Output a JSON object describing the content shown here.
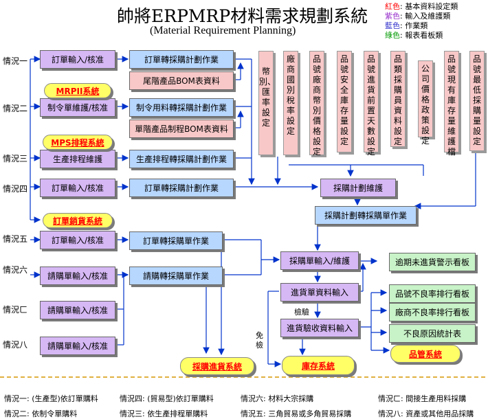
{
  "header": {
    "title": "帥將ERPMRP材料需求規劃系統",
    "subtitle": "(Material Requirement Planning)"
  },
  "legend": [
    {
      "color_name": "紅色",
      "color": "#ff0000",
      "desc": ": 基本資料設定類"
    },
    {
      "color_name": "紫色",
      "color": "#9933cc",
      "desc": ": 輸入及維護類"
    },
    {
      "color_name": "藍色",
      "color": "#3333cc",
      "desc": ": 作業類"
    },
    {
      "color_name": "綠色",
      "color": "#009900",
      "desc": ": 報表看板類"
    }
  ],
  "situations": [
    "情況一",
    "情況二",
    "情況三",
    "情況四",
    "情況五",
    "情況六",
    "情況ㄈ",
    "情況八"
  ],
  "left_boxes": {
    "order_entry_1": "訂單輸入/核准",
    "work_order": "制令單維護/核准",
    "production_plan": "生產排程維護",
    "order_entry_4": "訂單輸入/核准",
    "order_entry_5": "訂單輸入/核准",
    "req_entry_6": "請購單輸入/核准",
    "req_entry_7": "請購單輸入/核准",
    "req_entry_8": "請購單輸入/核准"
  },
  "systems": {
    "mrp2": "MRPII系統",
    "mps": "MPS排程系統",
    "order_sales": "訂單銷貨系統",
    "purchase": "採購進貨系統",
    "inventory": "庫存系統",
    "quality": "品管系統"
  },
  "ops": {
    "order_to_plan_1": "訂單轉採購計劃作業",
    "workorder_to_plan": "制令用料轉採購計劃作業",
    "schedule_to_plan": "生產排程轉採購計劃作業",
    "order_to_plan_4": "訂單轉採購計劃作業",
    "order_to_po": "訂單轉採購單作業",
    "req_to_po": "請購轉採購單作業",
    "plan_to_po": "採購計劃轉採購單作業"
  },
  "bom": {
    "last_level_bom": "尾階產品BOM表資料",
    "single_level_bom": "單階產品制程BOM表資料"
  },
  "settings": [
    "幣別、匯率設定",
    "廠商國別稅率設定",
    "品號廠商幣別價格設定",
    "品號安全庫存量設定",
    "品號進貨前置天數設定",
    "品類採購員資料設定",
    "公司價格政策設定",
    "品號現有庫存量維護檔",
    "品號最低採購量設定"
  ],
  "flow": {
    "plan_maintain": "採購計劃維護",
    "po_entry": "採購單輸入/維護",
    "receipt_entry": "進貨單資料輸入",
    "inspection_entry": "進貨驗收資料輸入",
    "inspect_label": "檢驗",
    "no_inspect_label": "免檢"
  },
  "reports": [
    "逾期未進貨警示看板",
    "品號不良率排行看板",
    "廠商不良率排行看板",
    "不良原因統計表"
  ],
  "footer": [
    "情況一: (生產型)依訂單購料",
    "情況四: (貿易型)依訂單購料",
    "情況六: 材料大宗採購",
    "情況ㄈ: 間接生產用料採購",
    "情況二: 依制令單購料",
    "情況三: 依生產排程單購料",
    "情況五: 三角貿易或多角貿易採購",
    "情況八: 資產或其他用品採購"
  ]
}
